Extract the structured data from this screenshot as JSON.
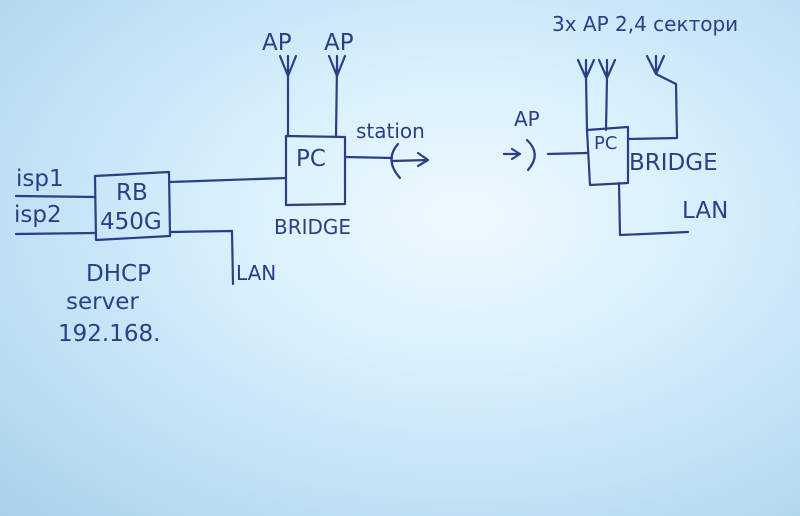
{
  "left_diagram": {
    "isp1": "isp1",
    "isp2": "isp2",
    "router": {
      "line1": "RB",
      "line2": "450G"
    },
    "dhcp": {
      "line1": "DHCP",
      "line2": "server",
      "line3": "192.168."
    },
    "lan": "LAN",
    "pc": "PC",
    "ap1": "AP",
    "ap2": "AP",
    "station": "station",
    "bridge": "BRIDGE"
  },
  "right_diagram": {
    "header": "3x AP 2,4 сектори",
    "ap": "AP",
    "pc": "PC",
    "bridge": "BRIDGE",
    "lan": "LAN"
  },
  "colors": {
    "ink": "#2a3f86",
    "paper": "#d9f0fc"
  }
}
